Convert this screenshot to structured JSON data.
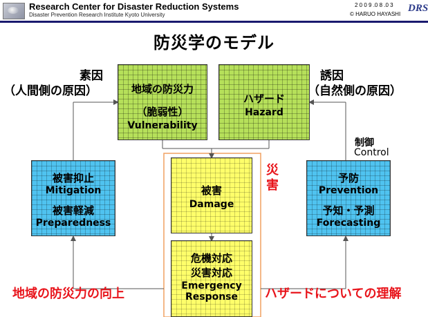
{
  "header": {
    "title": "Research Center for Disaster Reduction Systems",
    "subtitle": "Disaster Prevention Research Institute Kyoto University",
    "date": "2 0 0 9 .0 8 .0 3",
    "copyright": "© HARUO HAYASHI",
    "mark": "DRS"
  },
  "title": "防災学のモデル",
  "labels": {
    "soin": "素因",
    "soin_sub": "（人間側の原因）",
    "yuin": "誘因",
    "yuin_sub": "（自然側の原因）",
    "seigyo": "制御",
    "control": "Control",
    "saigai_1": "災",
    "saigai_2": "害"
  },
  "boxes": {
    "vulnerability": {
      "jp1": "地域の防災力",
      "jp2": "（脆弱性）",
      "en": "Vulnerability"
    },
    "hazard": {
      "jp": "ハザード",
      "en": "Hazard"
    },
    "mitigation": {
      "jp1": "被害抑止",
      "en1": "Mitigation",
      "jp2": "被害軽減",
      "en2": "Preparedness"
    },
    "damage": {
      "jp": "被害",
      "en": "Damage"
    },
    "prevention": {
      "jp1": "予防",
      "en1": "Prevention",
      "jp2": "予知・予測",
      "en2": "Forecasting"
    },
    "response": {
      "jp1": "危機対応",
      "jp2": "災害対応",
      "en1": "Emergency",
      "en2": "Response"
    }
  },
  "bottom": {
    "left": "地域の防災力の向上",
    "right": "ハザードについての理解"
  },
  "colors": {
    "header_rule": "#1a1a6e",
    "green": "#b6e05a",
    "blue": "#4fc3f0",
    "yellow": "#ffff6a",
    "red": "#e8141b",
    "orange_frame": "#f0a060"
  }
}
